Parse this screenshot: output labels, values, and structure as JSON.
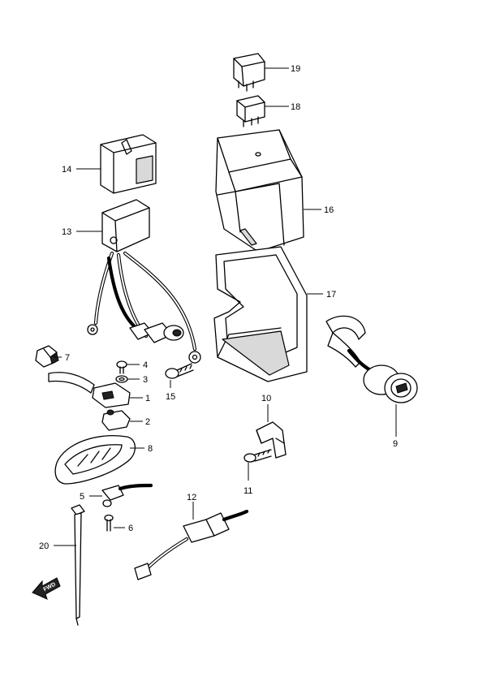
{
  "callouts": {
    "c1": "1",
    "c2": "2",
    "c3": "3",
    "c4": "4",
    "c5": "5",
    "c6": "6",
    "c7": "7",
    "c8": "8",
    "c9": "9",
    "c10": "10",
    "c11": "11",
    "c12": "12",
    "c13": "13",
    "c14": "14",
    "c15": "15",
    "c16": "16",
    "c17": "17",
    "c18": "18",
    "c19": "19",
    "c20": "20"
  },
  "fwd_marker": {
    "label": "FWD"
  }
}
